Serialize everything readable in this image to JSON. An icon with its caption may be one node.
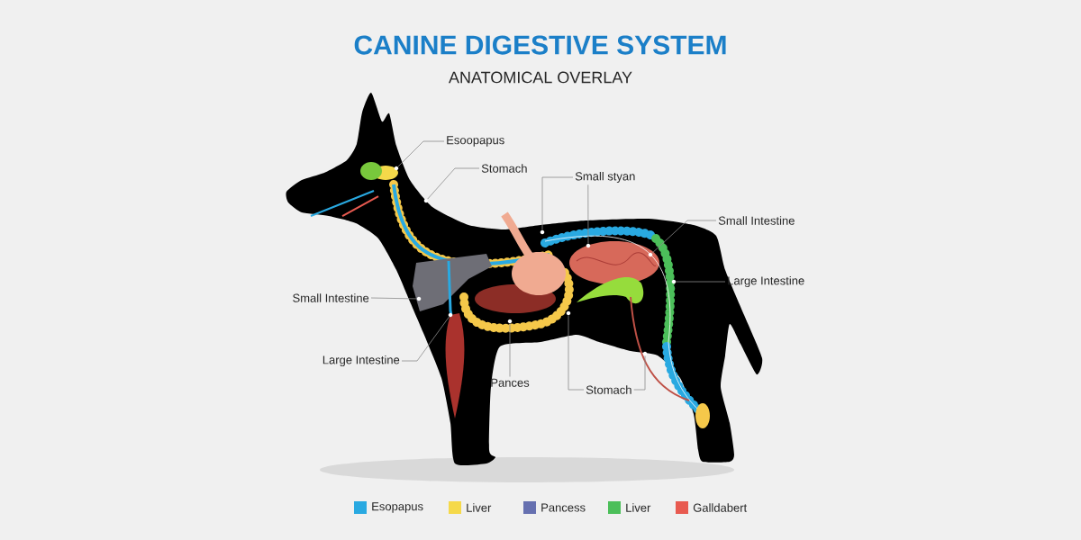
{
  "diagram": {
    "title": "CANINE DIGESTIVE SYSTEM",
    "nodes": [
      {
        "text": [
          "Esoopapus"
        ]
      },
      {
        "text": [
          "Stomach"
        ]
      },
      {
        "text": [
          "Small styan"
        ]
      },
      {
        "text": [
          "Small Intestine"
        ]
      },
      {
        "text": [
          "Large Intestine"
        ]
      },
      {
        "text": [
          "Small Intestine"
        ]
      },
      {
        "text": [
          "Large Intestine"
        ]
      },
      {
        "text": [
          "Pances"
        ]
      },
      {
        "text": [
          "Stomach"
        ]
      },
      {
        "text": [],
        "shape": "circle"
      },
      {
        "text": [],
        "shape": "circle"
      },
      {
        "text": [],
        "shape": "circle"
      },
      {
        "text": [],
        "shape": "circle"
      },
      {
        "text": [],
        "shape": "circle"
      },
      {
        "text": [],
        "shape": "circle"
      },
      {
        "text": [],
        "shape": "circle"
      },
      {
        "text": [],
        "shape": "circle"
      },
      {
        "text": [],
        "shape": "circle"
      },
      {
        "text": [],
        "shape": "circle"
      },
      {
        "text": [],
        "shape": "circle"
      }
    ],
    "edges": [
      {
        "from": 0,
        "to": 9,
        "arrow": "none"
      },
      {
        "from": 1,
        "to": 10,
        "arrow": "none"
      },
      {
        "from": 2,
        "to": 11,
        "arrow": "none"
      },
      {
        "from": 2,
        "to": 12,
        "arrow": "none"
      },
      {
        "from": 3,
        "to": 13,
        "arrow": "none"
      },
      {
        "from": 4,
        "to": 14,
        "arrow": "none"
      },
      {
        "from": 5,
        "to": 15,
        "arrow": "none"
      },
      {
        "from": 6,
        "to": 16,
        "arrow": "none"
      },
      {
        "from": 7,
        "to": 17,
        "arrow": "none"
      },
      {
        "from": 8,
        "to": 18,
        "arrow": "none"
      },
      {
        "from": 8,
        "to": 19,
        "arrow": "none"
      }
    ],
    "labels": [
      "ANATOMICAL OVERLAY"
    ],
    "legend": [
      {
        "text": "Esopapus",
        "color": "#29a9e1"
      },
      {
        "text": "Liver",
        "color": "#f5d94a"
      },
      {
        "text": "Pancess",
        "color": "#6670b0"
      },
      {
        "text": "Liver",
        "color": "#4cbf5a"
      },
      {
        "text": "Galldabert",
        "color": "#e85a50"
      }
    ]
  }
}
